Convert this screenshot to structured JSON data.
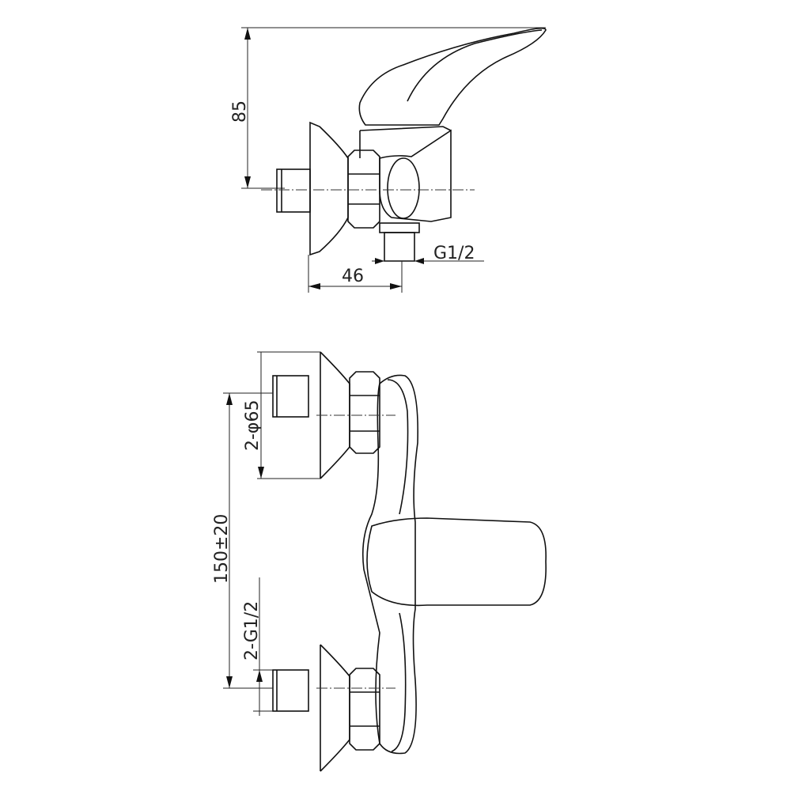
{
  "dimensions": {
    "height": "85",
    "offset": "46",
    "outlet_thread": "G1/2",
    "flange_diameter": "2-φ65",
    "center_distance": "150±20",
    "inlet_thread": "2-G1/2"
  }
}
